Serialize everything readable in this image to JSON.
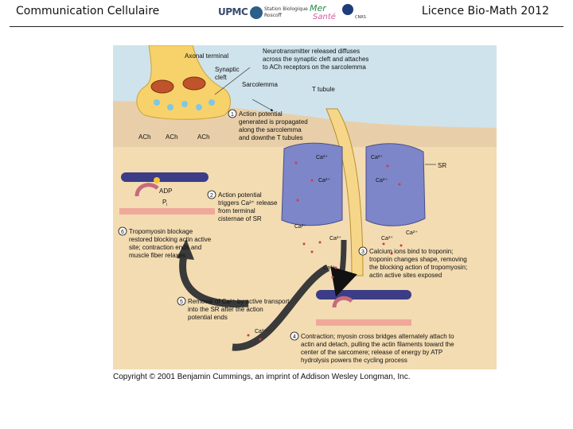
{
  "header": {
    "left_title": "Communication Cellulaire",
    "right_title": "Licence Bio-Math 2012",
    "logos": {
      "upmc": "UPMC",
      "station_line1": "Station Biologique",
      "station_line2": "Roscoff",
      "mer_sante_1": "Mer",
      "mer_sante_2": "Santé",
      "cnrs": "CNRS"
    }
  },
  "figure": {
    "labels": {
      "axonal_terminal": "Axonal terminal",
      "synaptic_cleft_1": "Synaptic",
      "synaptic_cleft_2": "cleft",
      "neuro_1": "Neurotransmitter released diffuses",
      "neuro_2": "across the synaptic cleft and attaches",
      "neuro_3": "to ACh receptors on the sarcolemma",
      "sarcolemma": "Sarcolemma",
      "t_tubule": "T tubule",
      "ach_1": "ACh",
      "ach_2": "ACh",
      "ach_3": "ACh",
      "sr": "SR",
      "adp": "ADP",
      "pi": "P",
      "pi_sub": "i"
    },
    "steps": [
      {
        "num": "1",
        "lines": [
          "Action potential",
          "generated is propagated",
          "along the sarcolemma",
          "and downthe T tubules"
        ]
      },
      {
        "num": "2",
        "lines": [
          "Action potential",
          "triggers Ca²⁺ release",
          "from terminal",
          "cisternae of SR"
        ]
      },
      {
        "num": "3",
        "lines": [
          "Calcium ions bind to troponin;",
          "troponin changes shape, removing",
          "the blocking action of tropomyosin;",
          "actin active sites exposed"
        ]
      },
      {
        "num": "4",
        "lines": [
          "Contraction; myosin cross bridges alternately attach to",
          "actin and detach, pulling the actin filaments toward the",
          "center of the sarcomere; release of energy by ATP",
          "hydrolysis powers the cycling process"
        ]
      },
      {
        "num": "5",
        "lines": [
          "Removal of Ca²⁺ by active transport",
          "into the SR after the action",
          "potential ends"
        ]
      },
      {
        "num": "6",
        "lines": [
          "Tropomyosin blockage",
          "restored blocking actin active",
          "site; contraction ends and",
          "muscle fiber relaxes"
        ]
      }
    ],
    "ca_label": "Ca²⁺"
  },
  "copyright": "Copyright © 2001 Benjamin Cummings, an imprint of Addison Wesley Longman, Inc."
}
